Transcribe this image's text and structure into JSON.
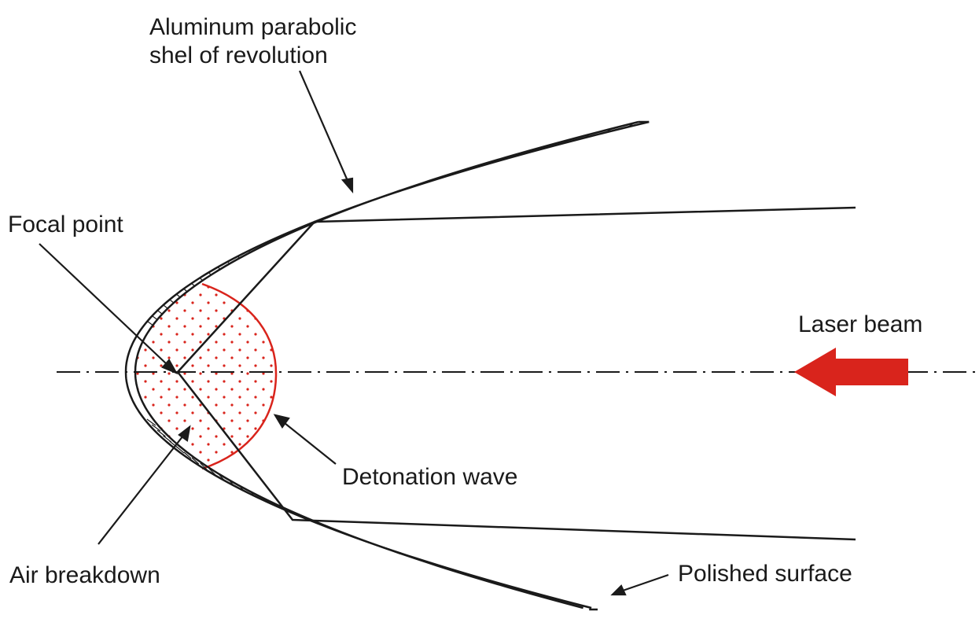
{
  "labels": {
    "shell_line1": "Aluminum parabolic",
    "shell_line2": "shel of revolution",
    "focal_point": "Focal point",
    "laser_beam": "Laser beam",
    "detonation_wave": "Detonation wave",
    "air_breakdown": "Air breakdown",
    "polished_surface": "Polished surface"
  },
  "colors": {
    "line": "#1a1a1a",
    "accent": "#d9241c"
  },
  "icons": {
    "laser_arrow": "arrow-left-icon"
  }
}
